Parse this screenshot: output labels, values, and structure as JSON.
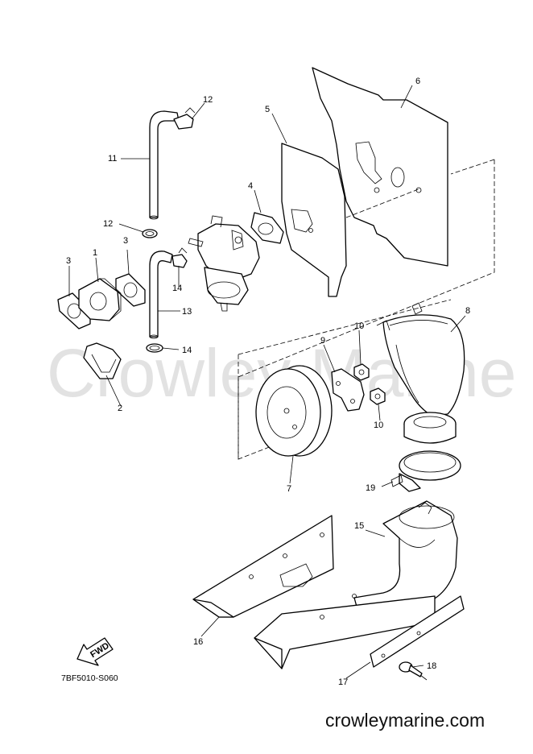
{
  "watermark": "Crowley Marine",
  "diagram_code": "7BF5010-S060",
  "site": "crowleymarine.com",
  "fwd_label": "FWD",
  "callouts": [
    "1",
    "2",
    "3",
    "3",
    "4",
    "5",
    "6",
    "7",
    "8",
    "9",
    "10",
    "10",
    "11",
    "12",
    "12",
    "13",
    "14",
    "14",
    "15",
    "16",
    "17",
    "18",
    "19"
  ]
}
